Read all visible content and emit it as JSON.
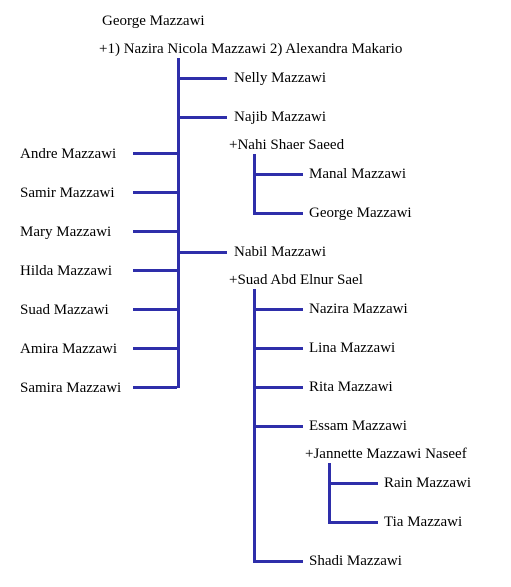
{
  "root": {
    "name": "George Mazzawi",
    "spouses": "+1) Nazira Nicola Mazzawi 2) Alexandra Makario"
  },
  "children_right": [
    {
      "name": "Nelly Mazzawi"
    },
    {
      "name": "Najib Mazzawi",
      "spouse": "+Nahi Shaer Saeed",
      "children": [
        "Manal Mazzawi",
        "George Mazzawi"
      ]
    },
    {
      "name": "Nabil Mazzawi",
      "spouse": "+Suad Abd Elnur Sael",
      "children": [
        {
          "name": "Nazira Mazzawi"
        },
        {
          "name": "Lina Mazzawi"
        },
        {
          "name": "Rita Mazzawi"
        },
        {
          "name": "Essam Mazzawi",
          "spouse": "+Jannette Mazzawi Naseef",
          "children": [
            "Rain Mazzawi",
            "Tia Mazzawi"
          ]
        },
        {
          "name": "Shadi Mazzawi"
        }
      ]
    }
  ],
  "children_left": [
    "Andre Mazzawi",
    "Samir Mazzawi",
    "Mary Mazzawi",
    "Hilda Mazzawi",
    "Suad Mazzawi",
    "Amira Mazzawi",
    "Samira Mazzawi"
  ],
  "colors": {
    "line": "#2e2eaa",
    "text": "#000000"
  }
}
